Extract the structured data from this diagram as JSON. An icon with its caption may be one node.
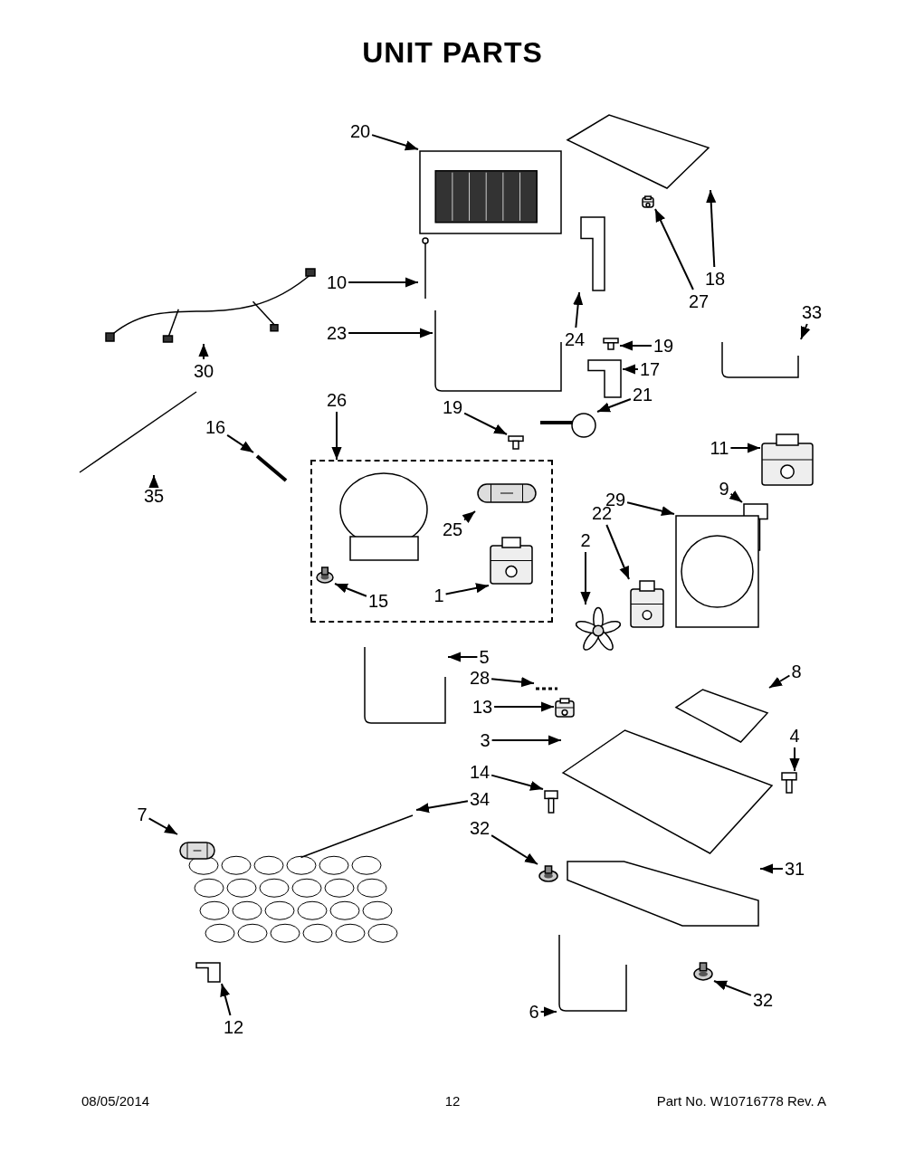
{
  "diagram": {
    "title": "UNIT PARTS",
    "nodes": [
      {
        "text": [
          "20"
        ]
      },
      {
        "text": [],
        "shape": "picture"
      },
      {
        "text": [
          "10"
        ]
      },
      {
        "text": [],
        "shape": "picture"
      },
      {
        "text": [
          "23"
        ]
      },
      {
        "text": [],
        "shape": "picture"
      },
      {
        "text": [
          "18"
        ]
      },
      {
        "text": [],
        "shape": "picture"
      },
      {
        "text": [
          "27"
        ]
      },
      {
        "text": [],
        "shape": "picture"
      },
      {
        "text": [
          "24"
        ]
      },
      {
        "text": [],
        "shape": "picture"
      },
      {
        "text": [
          "19"
        ]
      },
      {
        "text": [],
        "shape": "picture"
      },
      {
        "text": [
          "17"
        ]
      },
      {
        "text": [],
        "shape": "picture"
      },
      {
        "text": [
          "21"
        ]
      },
      {
        "text": [],
        "shape": "picture"
      },
      {
        "text": [
          "33"
        ]
      },
      {
        "text": [],
        "shape": "picture"
      },
      {
        "text": [
          "30"
        ]
      },
      {
        "text": [],
        "shape": "picture"
      },
      {
        "text": [
          "35"
        ]
      },
      {
        "text": [],
        "shape": "picture"
      },
      {
        "text": [
          "16"
        ]
      },
      {
        "text": [],
        "shape": "picture"
      },
      {
        "text": [
          "26"
        ]
      },
      {
        "text": [],
        "shape": "box"
      },
      {
        "text": [
          "19"
        ]
      },
      {
        "text": [],
        "shape": "picture"
      },
      {
        "text": [
          "25"
        ],
        "in": 27
      },
      {
        "text": [],
        "shape": "picture",
        "in": 27
      },
      {
        "text": [
          "15"
        ],
        "in": 27
      },
      {
        "text": [],
        "shape": "picture",
        "in": 27
      },
      {
        "text": [
          "1"
        ],
        "in": 27
      },
      {
        "text": [],
        "shape": "picture",
        "in": 27
      },
      {
        "text": [
          "11"
        ]
      },
      {
        "text": [],
        "shape": "picture"
      },
      {
        "text": [
          "9"
        ]
      },
      {
        "text": [],
        "shape": "picture"
      },
      {
        "text": [
          "29"
        ]
      },
      {
        "text": [],
        "shape": "picture"
      },
      {
        "text": [
          "22"
        ]
      },
      {
        "text": [],
        "shape": "picture"
      },
      {
        "text": [
          "2"
        ]
      },
      {
        "text": [],
        "shape": "picture"
      },
      {
        "text": [
          "5"
        ]
      },
      {
        "text": [],
        "shape": "picture"
      },
      {
        "text": [
          "28"
        ]
      },
      {
        "text": [],
        "shape": "picture"
      },
      {
        "text": [
          "13"
        ]
      },
      {
        "text": [],
        "shape": "picture"
      },
      {
        "text": [
          "8"
        ]
      },
      {
        "text": [],
        "shape": "picture"
      },
      {
        "text": [
          "3"
        ]
      },
      {
        "text": [],
        "shape": "picture"
      },
      {
        "text": [
          "4"
        ]
      },
      {
        "text": [],
        "shape": "picture"
      },
      {
        "text": [
          "14"
        ]
      },
      {
        "text": [],
        "shape": "picture"
      },
      {
        "text": [
          "34"
        ]
      },
      {
        "text": [],
        "shape": "picture"
      },
      {
        "text": [
          "7"
        ]
      },
      {
        "text": [],
        "shape": "picture"
      },
      {
        "text": [
          "32"
        ]
      },
      {
        "text": [],
        "shape": "picture"
      },
      {
        "text": [
          "31"
        ]
      },
      {
        "text": [],
        "shape": "picture"
      },
      {
        "text": [
          "12"
        ]
      },
      {
        "text": [],
        "shape": "picture"
      },
      {
        "text": [
          "6"
        ]
      },
      {
        "text": [],
        "shape": "picture"
      },
      {
        "text": [
          "32"
        ]
      },
      {
        "text": [],
        "shape": "picture"
      }
    ],
    "edges": [
      {
        "from": 0,
        "to": 1,
        "arrow": "to"
      },
      {
        "from": 2,
        "to": 3,
        "arrow": "to"
      },
      {
        "from": 4,
        "to": 5,
        "arrow": "to"
      },
      {
        "from": 6,
        "to": 7,
        "arrow": "to"
      },
      {
        "from": 8,
        "to": 9,
        "arrow": "to"
      },
      {
        "from": 10,
        "to": 11,
        "arrow": "to"
      },
      {
        "from": 12,
        "to": 13,
        "arrow": "to"
      },
      {
        "from": 14,
        "to": 15,
        "arrow": "to"
      },
      {
        "from": 16,
        "to": 17,
        "arrow": "to"
      },
      {
        "from": 18,
        "to": 19,
        "arrow": "to"
      },
      {
        "from": 20,
        "to": 21,
        "arrow": "to"
      },
      {
        "from": 22,
        "to": 23,
        "arrow": "to"
      },
      {
        "from": 24,
        "to": 25,
        "arrow": "to"
      },
      {
        "from": 26,
        "to": 27,
        "arrow": "to"
      },
      {
        "from": 28,
        "to": 29,
        "arrow": "to"
      },
      {
        "from": 30,
        "to": 31,
        "arrow": "to"
      },
      {
        "from": 32,
        "to": 33,
        "arrow": "to"
      },
      {
        "from": 34,
        "to": 35,
        "arrow": "to"
      },
      {
        "from": 36,
        "to": 37,
        "arrow": "to"
      },
      {
        "from": 38,
        "to": 39,
        "arrow": "to"
      },
      {
        "from": 40,
        "to": 41,
        "arrow": "to"
      },
      {
        "from": 42,
        "to": 43,
        "arrow": "to"
      },
      {
        "from": 44,
        "to": 45,
        "arrow": "to"
      },
      {
        "from": 46,
        "to": 47,
        "arrow": "to"
      },
      {
        "from": 48,
        "to": 49,
        "arrow": "to"
      },
      {
        "from": 50,
        "to": 51,
        "arrow": "to"
      },
      {
        "from": 52,
        "to": 53,
        "arrow": "to"
      },
      {
        "from": 54,
        "to": 55,
        "arrow": "to"
      },
      {
        "from": 56,
        "to": 57,
        "arrow": "to"
      },
      {
        "from": 58,
        "to": 59,
        "arrow": "to"
      },
      {
        "from": 60,
        "to": 61,
        "arrow": "to"
      },
      {
        "from": 62,
        "to": 63,
        "arrow": "to"
      },
      {
        "from": 64,
        "to": 65,
        "arrow": "to"
      },
      {
        "from": 66,
        "to": 67,
        "arrow": "to"
      },
      {
        "from": 68,
        "to": 69,
        "arrow": "to"
      },
      {
        "from": 70,
        "to": 71,
        "arrow": "to"
      },
      {
        "from": 72,
        "to": 73,
        "arrow": "to"
      }
    ],
    "labels": [
      "08/05/2014",
      "12",
      "Part No. W10716778 Rev. A"
    ]
  }
}
